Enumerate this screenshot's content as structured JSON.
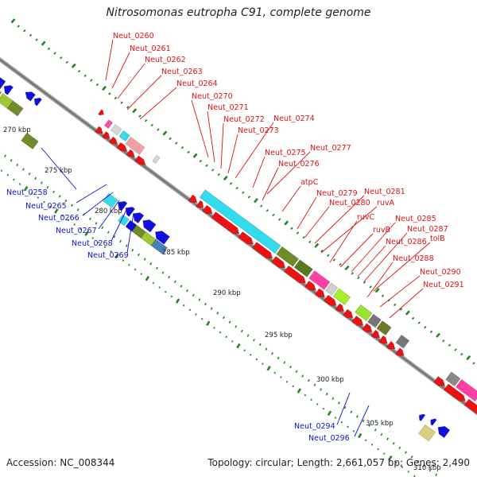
{
  "title": "Nitrosomonas eutropha C91, complete genome",
  "accession_line": "Accession: NC_008344",
  "stats_line": "Topology: circular; Length: 2,661,057 bp; Genes: 2,490",
  "colors": {
    "backbone": "#888888",
    "forward": "#ee1111",
    "reverse": "#1111dd",
    "tick": "#1e8a1e",
    "label_forward": "#dd1111",
    "label_reverse": "#1111cc",
    "tick_label": "#222222"
  },
  "tick_labels": [
    "270 kbp",
    "275 kbp",
    "280 kbp",
    "285 kbp",
    "290 kbp",
    "295 kbp",
    "300 kbp",
    "305 kbp",
    "310 kbp"
  ],
  "forward_labels": [
    "Neut_0260",
    "Neut_0261",
    "Neut_0262",
    "Neut_0263",
    "Neut_0264",
    "Neut_0270",
    "Neut_0271",
    "Neut_0272",
    "Neut_0273",
    "Neut_0274",
    "Neut_0275",
    "Neut_0277",
    "Neut_0276",
    "atpC",
    "Neut_0279",
    "Neut_0281",
    "Neut_0280",
    "ruvA",
    "ruvC",
    "Neut_0285",
    "ruvB",
    "Neut_0287",
    "Neut_0286",
    "tolB",
    "Neut_0288",
    "Neut_0290",
    "Neut_0291"
  ],
  "reverse_labels": [
    "Neut_0258",
    "Neut_0265",
    "Neut_0266",
    "Neut_0267",
    "Neut_0268",
    "Neut_0269",
    "Neut_0294",
    "Neut_0296"
  ]
}
